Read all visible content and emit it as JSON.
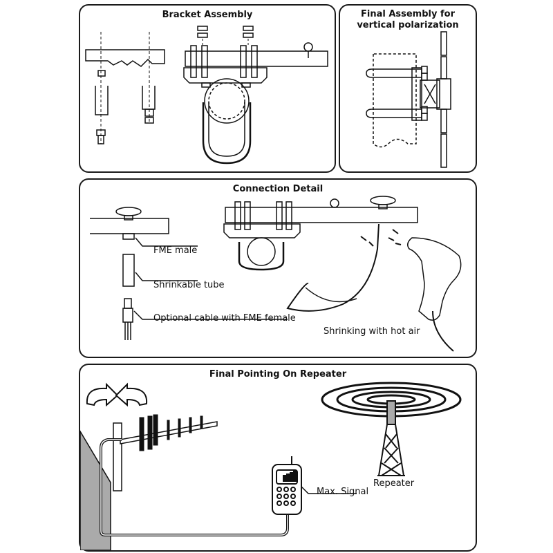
{
  "panels": {
    "bracket": {
      "title": "Bracket Assembly"
    },
    "final_assembly": {
      "title_line1": "Final Assembly for",
      "title_line2": "vertical polarization"
    },
    "connection": {
      "title": "Connection Detail",
      "labels": {
        "fme_male": "FME male",
        "shrink_tube": "Shrinkable tube",
        "optional_cable": "Optional cable with FME female",
        "hot_air": "Shrinking with hot air"
      }
    },
    "pointing": {
      "title": "Final Pointing On Repeater",
      "labels": {
        "max_signal": "Max. Signal",
        "repeater": "Repeater"
      }
    }
  },
  "icons": [
    "rotate-arrows-icon",
    "yagi-antenna-icon",
    "mobile-phone-icon",
    "repeater-tower-icon",
    "heat-gun-icon",
    "u-bolt-icon"
  ]
}
